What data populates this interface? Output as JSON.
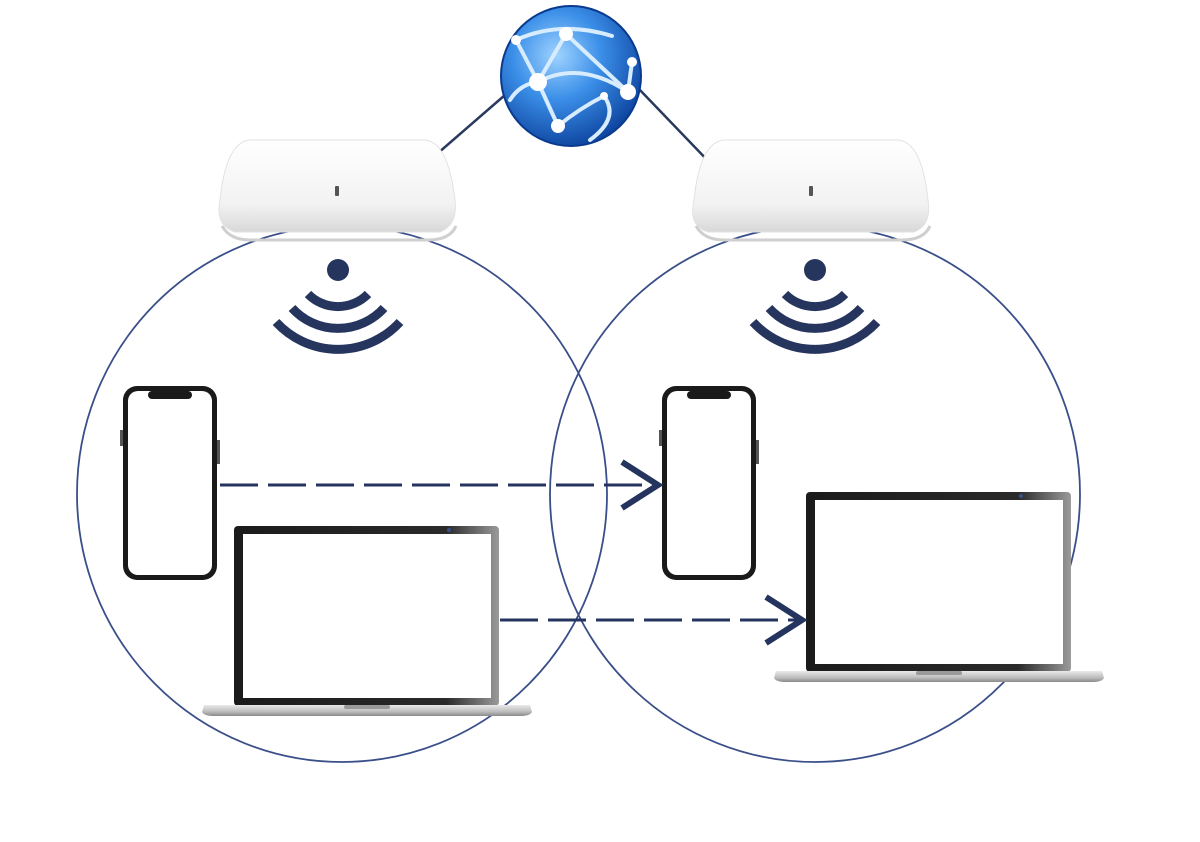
{
  "diagram": {
    "description_free": true,
    "colors": {
      "coverage_circle": "#3a4f8a",
      "link_line": "#2a3a5e",
      "wifi_signal": "#26355e",
      "roam_arrow": "#25345f",
      "globe_light": "#6fb6ff",
      "globe_dark": "#0b4fb5",
      "ap_body": "#f3f3f3",
      "device_frame": "#1a1a1a",
      "screen": "#ffffff"
    },
    "icons": {
      "internet": "globe-network-icon",
      "access_point": "ceiling-access-point-icon",
      "signal": "wifi-signal-icon",
      "phone": "smartphone-icon",
      "laptop": "laptop-icon",
      "arrow": "dashed-arrow-icon"
    },
    "access_points": [
      {
        "id": "ap-left"
      },
      {
        "id": "ap-right"
      }
    ],
    "roaming_links": [
      {
        "from": "phone-left",
        "to": "phone-right",
        "style": "dashed"
      },
      {
        "from": "laptop-left",
        "to": "laptop-right",
        "style": "dashed"
      }
    ]
  }
}
